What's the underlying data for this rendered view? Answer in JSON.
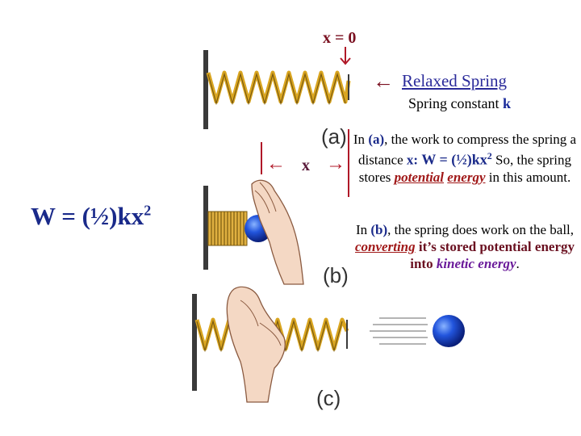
{
  "top_marker": {
    "label": "x = 0"
  },
  "relaxed": {
    "label": "Relaxed Spring",
    "arrow": "←"
  },
  "spring_constant": {
    "text": "Spring constant ",
    "k": "k"
  },
  "panels": {
    "a": "(a)",
    "b": "(b)",
    "c": "(c)"
  },
  "displacement": {
    "label": "x",
    "left_arrow": "←",
    "right_arrow": "→"
  },
  "work_formula": {
    "main": "W = (½)kx",
    "exp": "2"
  },
  "paragraph_a": {
    "p1": "In ",
    "a_tag": "(a)",
    "p2": ", the work to compress the spring a distance ",
    "x": "x",
    "colon": ": ",
    "formula": "W = (½)kx",
    "formula_exp": "2",
    "p3": " So, the spring stores ",
    "potential": "potential",
    "space": " ",
    "energy": "energy",
    "p4": " in this amount."
  },
  "paragraph_b": {
    "p1": "In ",
    "b_tag": "(b)",
    "p2": ", the spring does work on the ball, ",
    "converting": "converting",
    "p3": " it’s stored potential energy into ",
    "kinetic": "kinetic energy",
    "end": "."
  },
  "colors": {
    "spring_gold": "#d9a520",
    "spring_dark": "#7a5a10",
    "wall": "#3a3a3a",
    "ball": "#1a4ad0",
    "hand": "#f4d8c4",
    "marker_red": "#b01828"
  }
}
